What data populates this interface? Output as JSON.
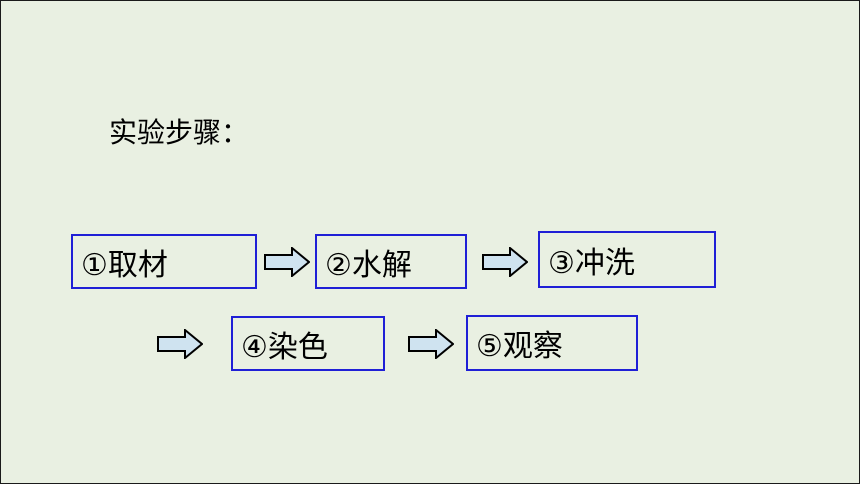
{
  "heading": "实验步骤：",
  "steps": [
    {
      "label": "①取材"
    },
    {
      "label": "②水解"
    },
    {
      "label": "③冲洗"
    },
    {
      "label": "④染色"
    },
    {
      "label": "⑤观察"
    }
  ],
  "colors": {
    "background": "#e9f0e2",
    "box_border": "#1f1fd6",
    "arrow_fill": "#cfe3f0",
    "arrow_stroke": "#000000"
  },
  "icons": {
    "arrow": "right-arrow-icon"
  }
}
